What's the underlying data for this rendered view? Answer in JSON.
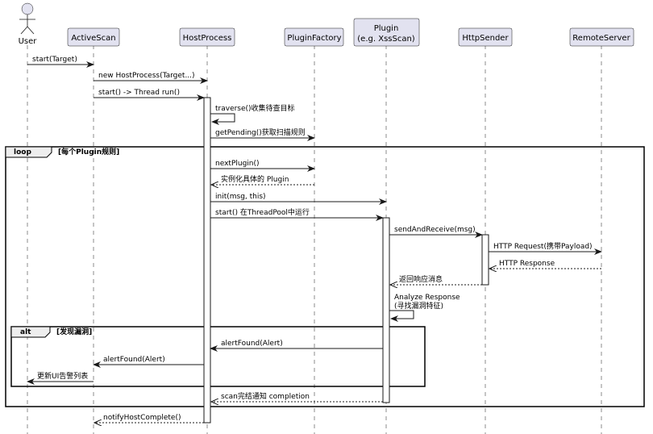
{
  "participants": [
    {
      "id": "user",
      "label": "User",
      "kind": "actor"
    },
    {
      "id": "activescan",
      "label": "ActiveScan",
      "kind": "box"
    },
    {
      "id": "hostprocess",
      "label": "HostProcess",
      "kind": "box"
    },
    {
      "id": "pluginfactory",
      "label": "PluginFactory",
      "kind": "box"
    },
    {
      "id": "plugin",
      "label": "Plugin",
      "label2": "(e.g. XssScan)",
      "kind": "box"
    },
    {
      "id": "httpsender",
      "label": "HttpSender",
      "kind": "box"
    },
    {
      "id": "remoteserver",
      "label": "RemoteServer",
      "kind": "box"
    }
  ],
  "messages": [
    {
      "from": "user",
      "to": "activescan",
      "text": "start(Target)",
      "style": "solid"
    },
    {
      "from": "activescan",
      "to": "hostprocess",
      "text": "new HostProcess(Target...)",
      "style": "solid"
    },
    {
      "from": "activescan",
      "to": "hostprocess",
      "text": "start() -> Thread run()",
      "style": "solid"
    },
    {
      "from": "hostprocess",
      "to": "hostprocess",
      "text": "traverse()收集待查目标",
      "style": "self"
    },
    {
      "from": "hostprocess",
      "to": "pluginfactory",
      "text": "getPending()获取扫描规则",
      "style": "solid"
    },
    {
      "from": "hostprocess",
      "to": "pluginfactory",
      "text": "nextPlugin()",
      "style": "solid"
    },
    {
      "from": "pluginfactory",
      "to": "hostprocess",
      "text": "实例化具体的 Plugin",
      "style": "dashed"
    },
    {
      "from": "hostprocess",
      "to": "plugin",
      "text": "init(msg, this)",
      "style": "solid"
    },
    {
      "from": "hostprocess",
      "to": "plugin",
      "text": "start() 在ThreadPool中运行",
      "style": "solid"
    },
    {
      "from": "plugin",
      "to": "httpsender",
      "text": "sendAndReceive(msg)",
      "style": "solid"
    },
    {
      "from": "httpsender",
      "to": "remoteserver",
      "text": "HTTP Request(携带Payload)",
      "style": "solid"
    },
    {
      "from": "remoteserver",
      "to": "httpsender",
      "text": "HTTP Response",
      "style": "dashed"
    },
    {
      "from": "httpsender",
      "to": "plugin",
      "text": "返回响应消息",
      "style": "dashed"
    },
    {
      "from": "plugin",
      "to": "plugin",
      "text": "Analyze Response",
      "text2": "(寻找漏洞特征)",
      "style": "self"
    },
    {
      "from": "plugin",
      "to": "hostprocess",
      "text": "alertFound(Alert)",
      "style": "solid"
    },
    {
      "from": "hostprocess",
      "to": "activescan",
      "text": "alertFound(Alert)",
      "style": "solid"
    },
    {
      "from": "activescan",
      "to": "user",
      "text": "更新UI告警列表",
      "style": "solid"
    },
    {
      "from": "plugin",
      "to": "hostprocess",
      "text": "scan完结通知 completion",
      "style": "dashed"
    },
    {
      "from": "hostprocess",
      "to": "activescan",
      "text": "notifyHostComplete()",
      "style": "dashed"
    }
  ],
  "fragments": [
    {
      "keyword": "loop",
      "condition": "[每个Plugin规则]"
    },
    {
      "keyword": "alt",
      "condition": "[发现漏洞]"
    }
  ]
}
